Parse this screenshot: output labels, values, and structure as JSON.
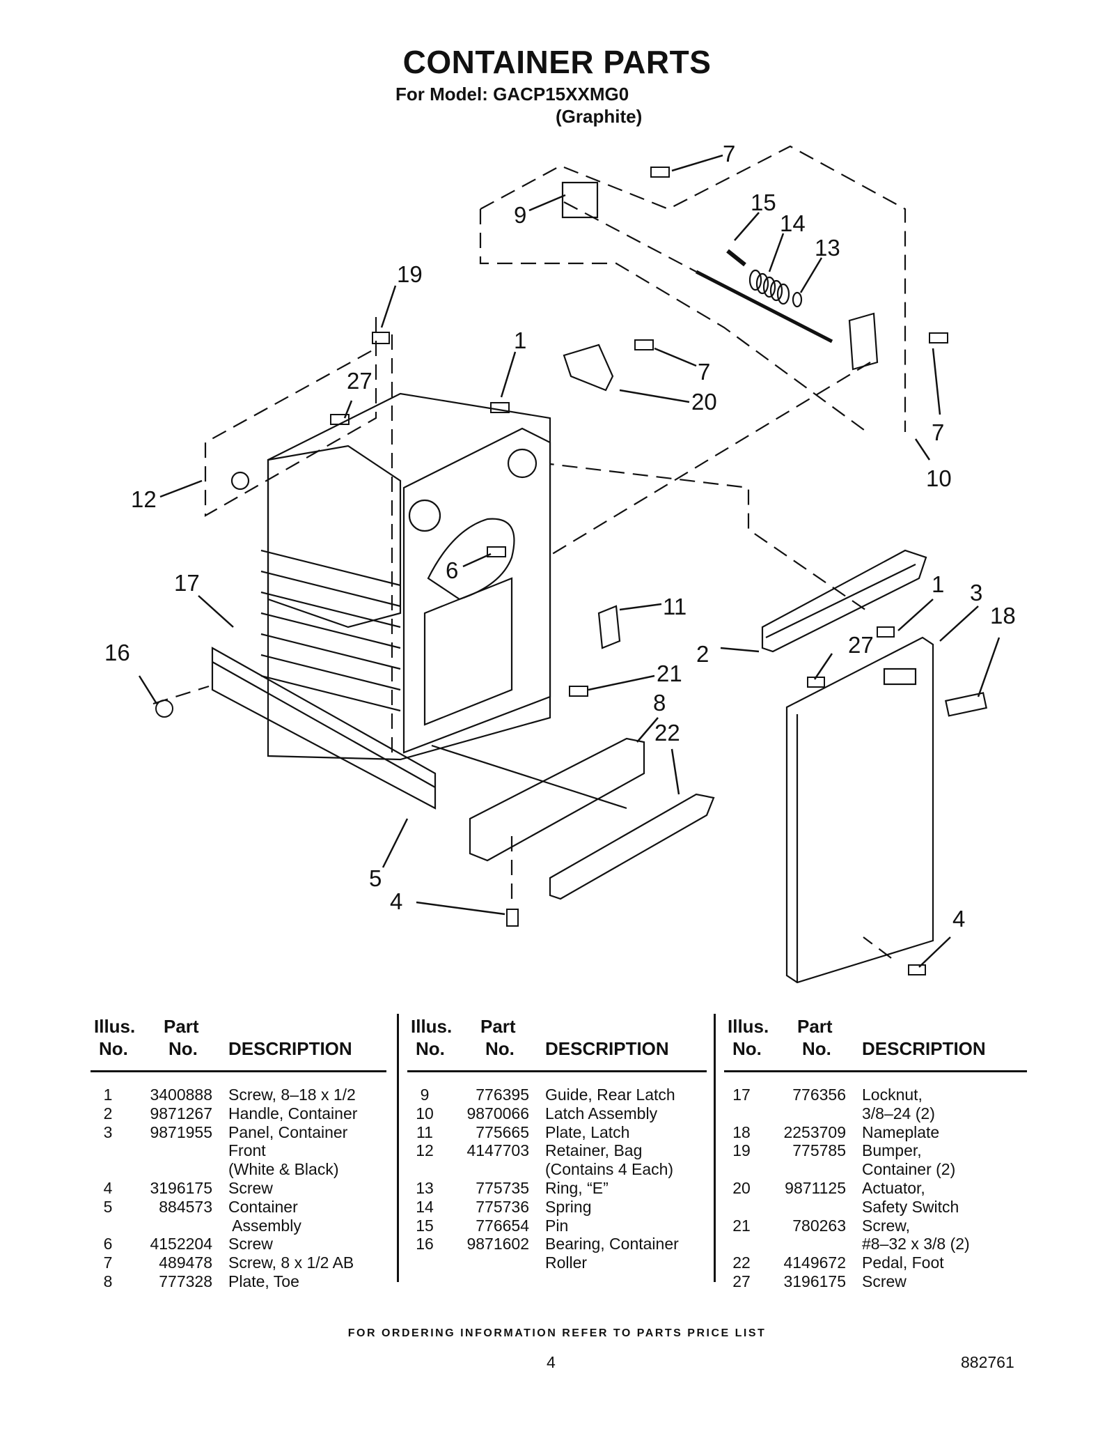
{
  "title": "CONTAINER PARTS",
  "model_line": "For Model: GACP15XXMG0",
  "model_color": "(Graphite)",
  "callouts": [
    "7",
    "9",
    "15",
    "14",
    "13",
    "19",
    "1",
    "7",
    "27",
    "20",
    "12",
    "7",
    "10",
    "6",
    "17",
    "1",
    "3",
    "11",
    "18",
    "16",
    "2",
    "27",
    "21",
    "8",
    "22",
    "5",
    "4",
    "4"
  ],
  "table_headers": {
    "illus1": "Illus.",
    "illus2": "No.",
    "part1": "Part",
    "part2": "No.",
    "desc": "DESCRIPTION"
  },
  "columns": [
    [
      {
        "no": "1",
        "part": "3400888",
        "lines": [
          "Screw, 8–18 x 1/2"
        ]
      },
      {
        "no": "2",
        "part": "9871267",
        "lines": [
          "Handle, Container"
        ]
      },
      {
        "no": "3",
        "part": "9871955",
        "lines": [
          "Panel, Container",
          "Front",
          "(White & Black)"
        ]
      },
      {
        "no": "4",
        "part": "3196175",
        "lines": [
          "Screw"
        ]
      },
      {
        "no": "5",
        "part": "884573",
        "lines": [
          "Container",
          " Assembly"
        ]
      },
      {
        "no": "6",
        "part": "4152204",
        "lines": [
          "Screw"
        ]
      },
      {
        "no": "7",
        "part": "489478",
        "lines": [
          "Screw, 8 x 1/2 AB"
        ]
      },
      {
        "no": "8",
        "part": "777328",
        "lines": [
          "Plate, Toe"
        ]
      }
    ],
    [
      {
        "no": "9",
        "part": "776395",
        "lines": [
          "Guide, Rear Latch"
        ]
      },
      {
        "no": "10",
        "part": "9870066",
        "lines": [
          "Latch Assembly"
        ]
      },
      {
        "no": "11",
        "part": "775665",
        "lines": [
          "Plate, Latch"
        ]
      },
      {
        "no": "12",
        "part": "4147703",
        "lines": [
          "Retainer, Bag",
          "(Contains 4 Each)"
        ]
      },
      {
        "no": "13",
        "part": "775735",
        "lines": [
          "Ring, “E”"
        ]
      },
      {
        "no": "14",
        "part": "775736",
        "lines": [
          "Spring"
        ]
      },
      {
        "no": "15",
        "part": "776654",
        "lines": [
          "Pin"
        ]
      },
      {
        "no": "16",
        "part": "9871602",
        "lines": [
          "Bearing, Container",
          "Roller"
        ]
      }
    ],
    [
      {
        "no": "17",
        "part": "776356",
        "lines": [
          "Locknut,",
          "3/8–24 (2)"
        ]
      },
      {
        "no": "18",
        "part": "2253709",
        "lines": [
          "Nameplate"
        ]
      },
      {
        "no": "19",
        "part": "775785",
        "lines": [
          "Bumper,",
          "Container (2)"
        ]
      },
      {
        "no": "20",
        "part": "9871125",
        "lines": [
          "Actuator,",
          "Safety Switch"
        ]
      },
      {
        "no": "21",
        "part": "780263",
        "lines": [
          "Screw,",
          "#8–32 x 3/8 (2)"
        ]
      },
      {
        "no": "22",
        "part": "4149672",
        "lines": [
          "Pedal, Foot"
        ]
      },
      {
        "no": "27",
        "part": "3196175",
        "lines": [
          "Screw"
        ]
      }
    ]
  ],
  "footer": "FOR ORDERING INFORMATION REFER TO PARTS PRICE LIST",
  "page_number": "4",
  "doc_number": "882761"
}
